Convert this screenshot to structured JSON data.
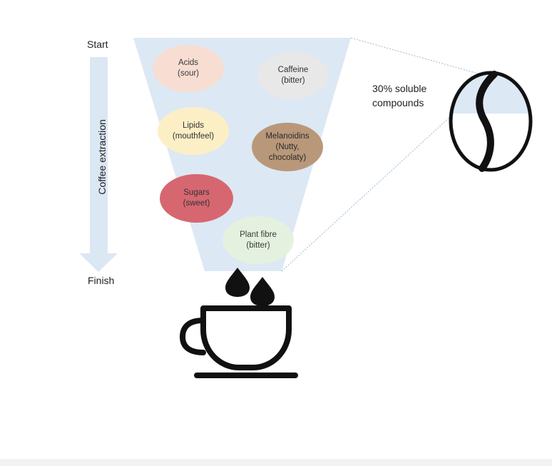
{
  "diagram": {
    "start_label": "Start",
    "finish_label": "Finish",
    "axis_label": "Coffee extraction",
    "soluble_label": "30% soluble\ncompounds",
    "compounds": [
      {
        "id": "acids",
        "text": "Acids\n(sour)",
        "color": "#F9DDD1"
      },
      {
        "id": "caffeine",
        "text": "Caffeine\n(bitter)",
        "color": "#E8E8E8"
      },
      {
        "id": "lipids",
        "text": "Lipids\n(mouthfeel)",
        "color": "#FCEFC6"
      },
      {
        "id": "melanoidins",
        "text": "Melanoidins\n(Nutty,\nchocolaty)",
        "color": "#B9987A"
      },
      {
        "id": "sugars",
        "text": "Sugars\n(sweet)",
        "color": "#D66770"
      },
      {
        "id": "plant-fibre",
        "text": "Plant fibre\n(bitter)",
        "color": "#E5F2DD"
      }
    ],
    "colors": {
      "funnel": "#DDE8F5",
      "arrow": "#DCE7F4",
      "icon": "#111111"
    },
    "icons": [
      "coffee-bean-icon",
      "coffee-drops-icon",
      "coffee-cup-icon"
    ]
  }
}
